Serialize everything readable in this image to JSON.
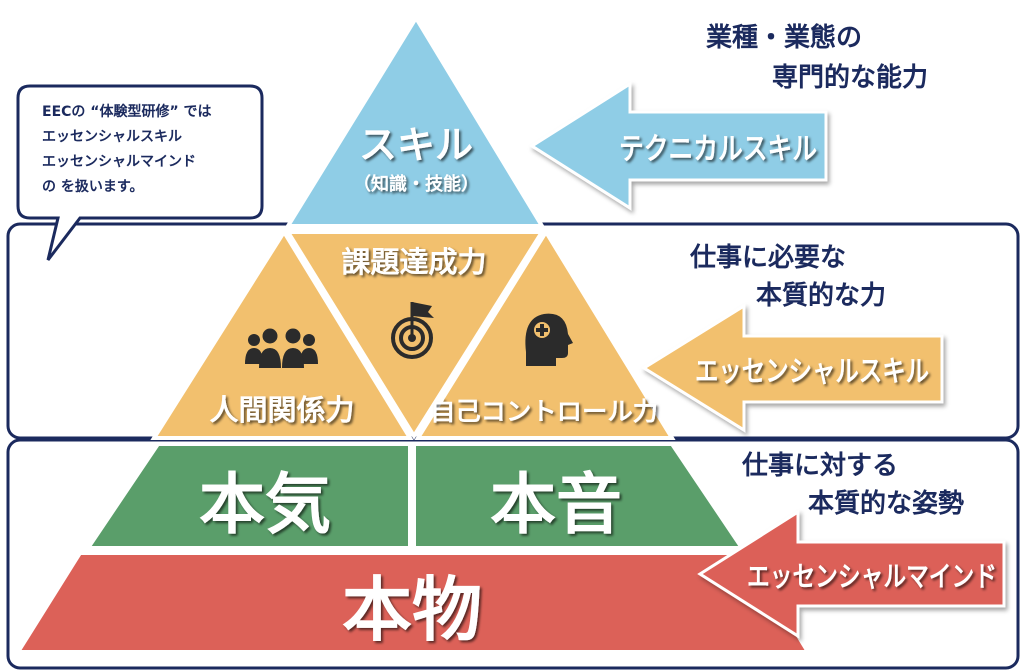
{
  "callout": {
    "lines": [
      "EECの “体験型研修” では",
      "エッセンシャルスキル",
      "エッセンシャルマインド",
      "の を扱います。"
    ]
  },
  "pyramid": {
    "top_title": "スキル",
    "top_subtitle": "（知識・技能）",
    "middle_left": "人間関係力",
    "middle_center": "課題達成力",
    "middle_right": "自己コントロール力",
    "lower_left": "本気",
    "lower_right": "本音",
    "base": "本物"
  },
  "right_side": {
    "top_caption": [
      "業種・業態の",
      "専門的な能力"
    ],
    "top_arrow": "テクニカルスキル",
    "middle_caption": [
      "仕事に必要な",
      "本質的な力"
    ],
    "middle_arrow": "エッセンシャルスキル",
    "bottom_caption": [
      "仕事に対する",
      "本質的な姿勢"
    ],
    "bottom_arrow": "エッセンシャルマインド"
  },
  "colors": {
    "sky_blue": "#8fcde6",
    "orange": "#f2c06e",
    "green": "#5a9e6a",
    "red": "#dc6158",
    "navy": "#1b2a5e"
  },
  "icons": [
    "people-icon",
    "target-flag-icon",
    "head-plus-icon"
  ]
}
